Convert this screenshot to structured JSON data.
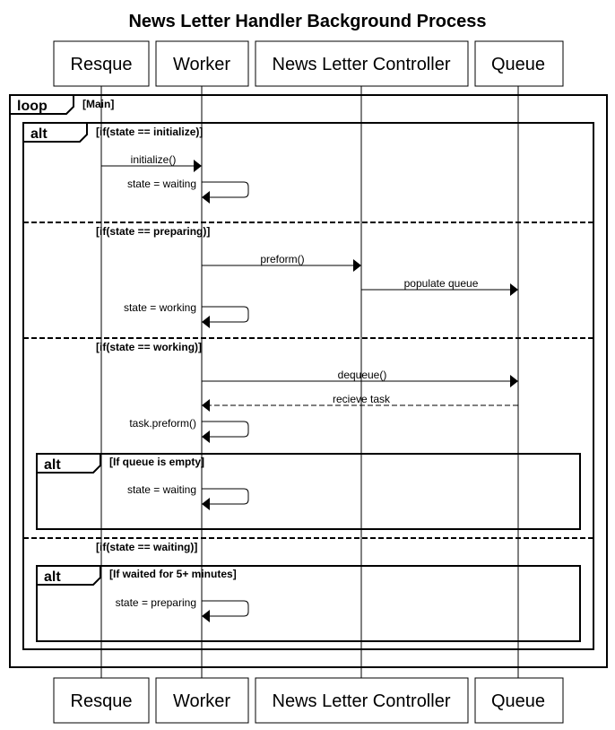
{
  "title": "News Letter Handler Background Process",
  "actors": [
    {
      "id": "resque",
      "label": "Resque"
    },
    {
      "id": "worker",
      "label": "Worker"
    },
    {
      "id": "controller",
      "label": "News Letter Controller"
    },
    {
      "id": "queue",
      "label": "Queue"
    }
  ],
  "loop": {
    "label": "loop",
    "guard": "[Main]"
  },
  "alt_main": {
    "label": "alt",
    "sections": [
      {
        "guard": "[if(state == initialize)]"
      },
      {
        "guard": "[if(state == preparing)]"
      },
      {
        "guard": "[if(state == working)]"
      },
      {
        "guard": "[if(state == waiting)]"
      }
    ]
  },
  "alt_empty": {
    "label": "alt",
    "guard": "[If queue is empty]"
  },
  "alt_waited": {
    "label": "alt",
    "guard": "[If waited for 5+ minutes]"
  },
  "messages": [
    {
      "from": "resque",
      "to": "worker",
      "label": "initialize()",
      "style": "solid"
    },
    {
      "from": "worker",
      "to": "worker",
      "label": "state = waiting",
      "style": "self"
    },
    {
      "from": "worker",
      "to": "controller",
      "label": "preform()",
      "style": "solid"
    },
    {
      "from": "controller",
      "to": "queue",
      "label": "populate queue",
      "style": "solid"
    },
    {
      "from": "worker",
      "to": "worker",
      "label": "state = working",
      "style": "self"
    },
    {
      "from": "worker",
      "to": "queue",
      "label": "dequeue()",
      "style": "solid"
    },
    {
      "from": "queue",
      "to": "worker",
      "label": "recieve task",
      "style": "dashed"
    },
    {
      "from": "worker",
      "to": "worker",
      "label": "task.preform()",
      "style": "self"
    },
    {
      "from": "worker",
      "to": "worker",
      "label": "state = waiting",
      "style": "self"
    },
    {
      "from": "worker",
      "to": "worker",
      "label": "state = preparing",
      "style": "self"
    }
  ]
}
